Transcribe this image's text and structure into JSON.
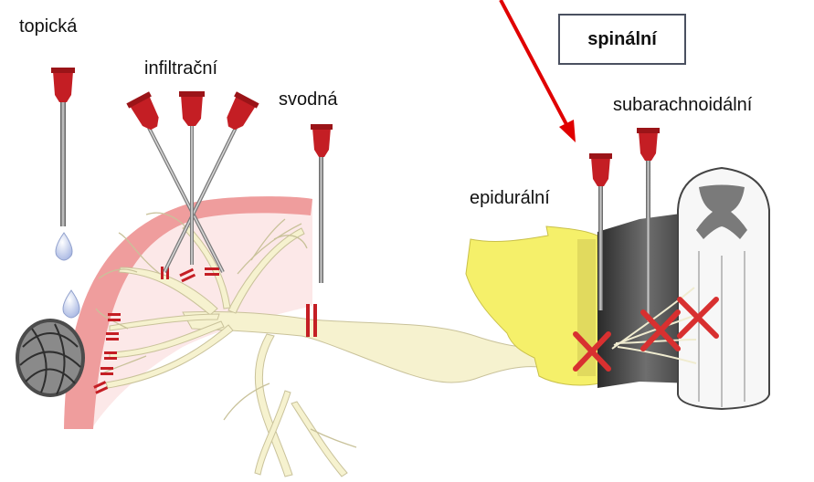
{
  "labels": {
    "topical": "topická",
    "infiltration": "infiltrační",
    "conduction": "svodná",
    "epidural": "epidurální",
    "subarachnoid": "subarachnoidální",
    "spinal": "spinální"
  },
  "colors": {
    "needle_hub": "#c41e24",
    "arrow": "#e00000",
    "block_mark": "#c41e24",
    "nerve_fill": "#f6f2cf",
    "skin_fill": "#fbe3e3",
    "bone_fill": "#f5f06a",
    "cross": "#d83030"
  }
}
